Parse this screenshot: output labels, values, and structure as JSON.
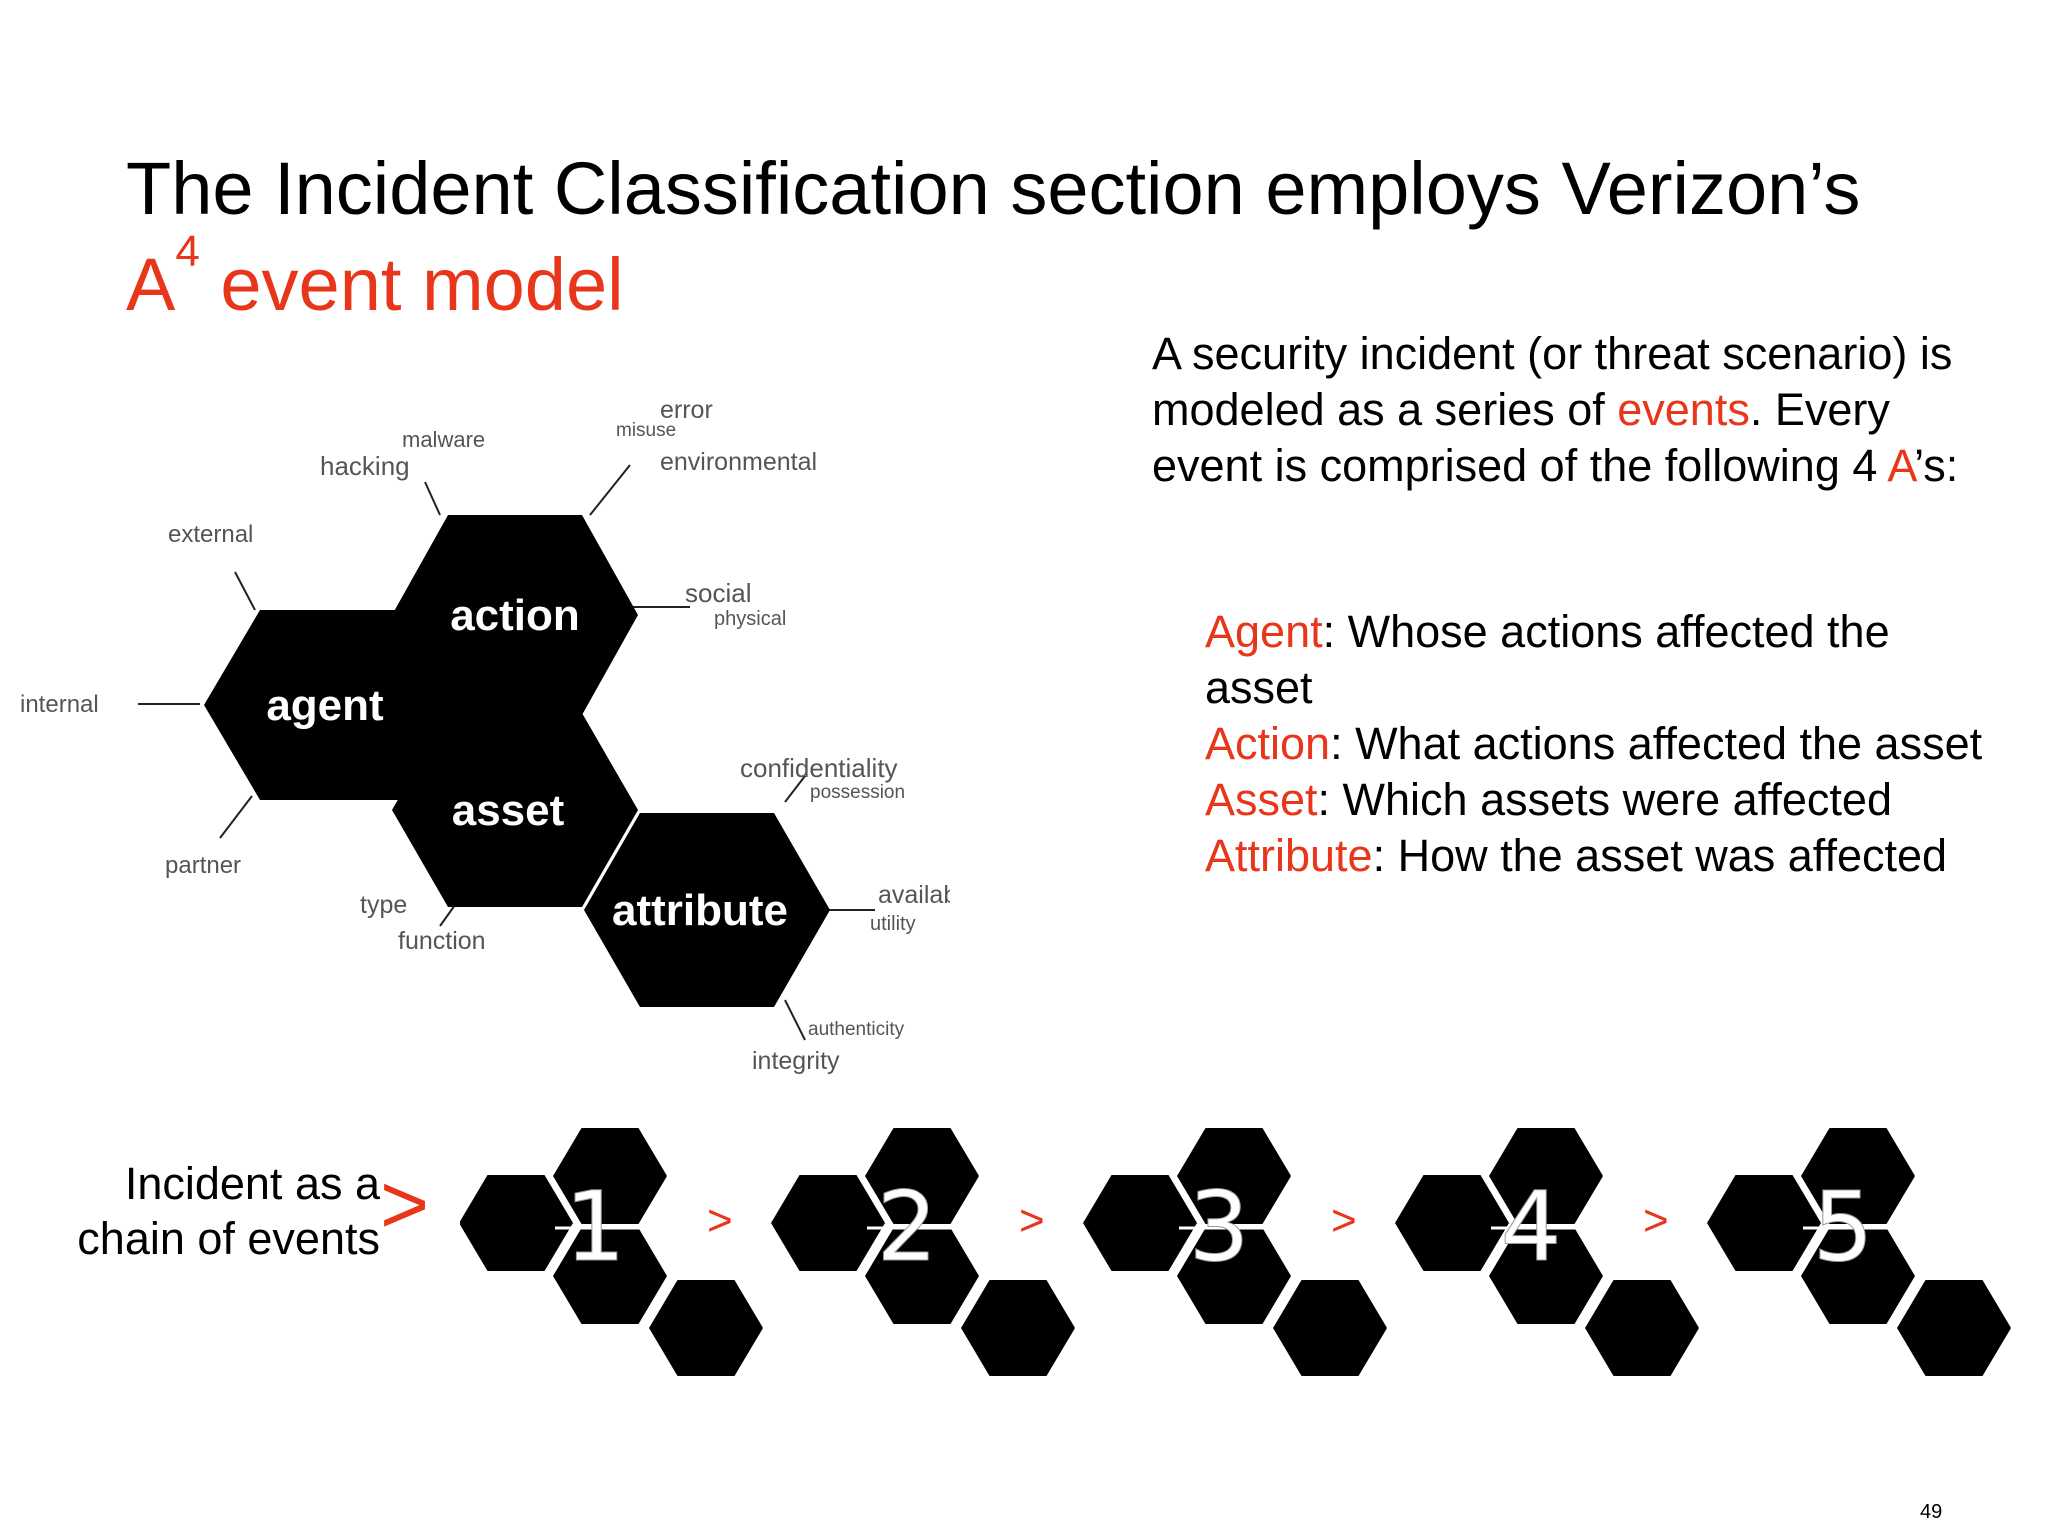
{
  "slide": {
    "title_line1": "The Incident Classification section employs Verizon’s",
    "title_line2_base": "A",
    "title_line2_sup": "4",
    "title_line2_rest": " event model",
    "description": {
      "p1": "A security incident (or threat scenario) is modeled as a series of ",
      "p1_events": "events",
      "p1_b": ". Every event is comprised of the following 4 ",
      "p1_A": "A",
      "p1_c": "’s:"
    },
    "definitions": [
      {
        "term": "Agent",
        "text": ": Whose actions affected the asset"
      },
      {
        "term": "Action",
        "text": ": What actions affected the asset"
      },
      {
        "term": "Asset",
        "text": ": Which assets were affected"
      },
      {
        "term": "Attribute",
        "text": ": How the asset was affected"
      }
    ],
    "diagram": {
      "hex_labels": {
        "action": "action",
        "agent": "agent",
        "asset": "asset",
        "attribute": "attribute"
      },
      "tags": {
        "error": "error",
        "misuse": "misuse",
        "malware": "malware",
        "hacking": "hacking",
        "environmental": "environmental",
        "external": "external",
        "social": "social",
        "physical": "physical",
        "internal": "internal",
        "confidentiality": "confidentiality",
        "possession": "possession",
        "partner": "partner",
        "availability": "availability",
        "utility": "utility",
        "type": "type",
        "function": "function",
        "authenticity": "authenticity",
        "integrity": "integrity"
      }
    },
    "chain_label_line1": "Incident as a",
    "chain_label_line2": "chain of events",
    "chain_arrow": ">",
    "chain_steps": [
      "1",
      "2",
      "3",
      "4",
      "5"
    ],
    "chain_separator": ">",
    "page_number": "49"
  },
  "colors": {
    "accent": "#e8361b",
    "hex_fill": "#000000",
    "text": "#000000",
    "tag_text": "#555555"
  }
}
